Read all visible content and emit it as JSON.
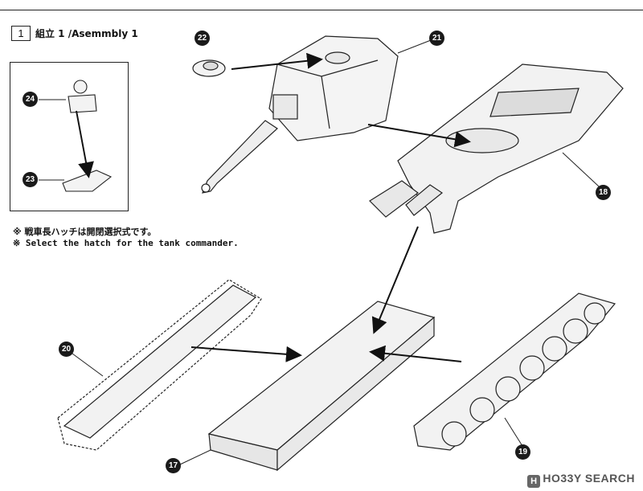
{
  "header": {
    "step_number": "1",
    "step_title": "組立 1 /Asemmbly 1"
  },
  "notes": [
    "※ 戦車長ハッチは開閉選択式です。",
    "※ Select the hatch for the tank commander."
  ],
  "parts": {
    "p17": "17",
    "p18": "18",
    "p19": "19",
    "p20": "20",
    "p21": "21",
    "p22": "22",
    "p23": "23",
    "p24": "24"
  },
  "watermark": {
    "badge": "H",
    "text": "HO33Y SEARCH"
  }
}
